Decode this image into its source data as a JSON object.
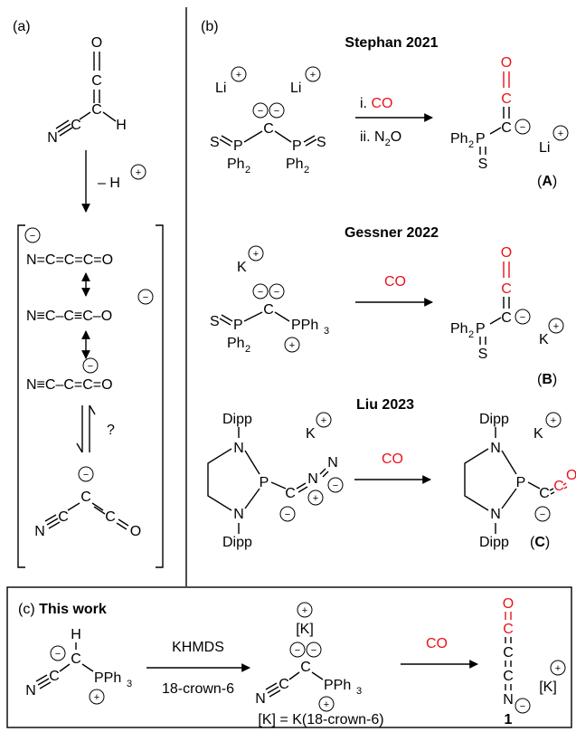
{
  "panels": {
    "a": {
      "label": "(a)",
      "start": {
        "o": "O",
        "c1": "C",
        "c2": "C",
        "h": "H",
        "n": "N",
        "c3": "C"
      },
      "step": {
        "minus_h": "– H",
        "plus": "+"
      },
      "resonance": [
        {
          "text": "N=C=C=C=O",
          "neg_on": "N"
        },
        {
          "text": "N≡C–C≡C–O",
          "neg_on": "O"
        },
        {
          "text": "N≡C–C=C=O",
          "neg_on": "C"
        }
      ],
      "bent": {
        "n": "N",
        "c1": "C",
        "c2": "C",
        "c3": "C",
        "o": "O"
      },
      "question": "?"
    },
    "b": {
      "label": "(b)",
      "stephan": {
        "title": "Stephan 2021",
        "li1": "Li",
        "li2": "Li",
        "s1": "S",
        "p1": "P",
        "ph1": "Ph",
        "ph1_sub": "2",
        "c": "C",
        "p2": "P",
        "s2": "S",
        "ph2": "Ph",
        "ph2_sub": "2",
        "step1_pre": "i. ",
        "step1_co": "CO",
        "step2_pre": "ii. N",
        "step2_sub": "2",
        "step2_post": "O",
        "prod_o": "O",
        "prod_c1": "C",
        "prod_c2": "C",
        "prod_ph": "Ph",
        "prod_ph_sub": "2",
        "prod_p": "P",
        "prod_s": "S",
        "prod_li": "Li",
        "code_open": "(",
        "code": "A",
        "code_close": ")"
      },
      "gessner": {
        "title": "Gessner 2022",
        "k": "K",
        "s": "S",
        "p1": "P",
        "ph": "Ph",
        "ph_sub": "2",
        "c": "C",
        "pph3": "PPh",
        "pph3_sub": "3",
        "co": "CO",
        "prod_o": "O",
        "prod_c1": "C",
        "prod_c2": "C",
        "prod_ph": "Ph",
        "prod_ph_sub": "2",
        "prod_p": "P",
        "prod_s": "S",
        "prod_k": "K",
        "code_open": "(",
        "code": "B",
        "code_close": ")"
      },
      "liu": {
        "title": "Liu 2023",
        "dipp_top": "Dipp",
        "dipp_bottom": "Dipp",
        "n_top": "N",
        "n_bottom": "N",
        "p": "P",
        "c": "C",
        "n_a": "N",
        "n_b": "N",
        "k": "K",
        "co": "CO",
        "prod_dipp_top": "Dipp",
        "prod_dipp_bottom": "Dipp",
        "prod_n_top": "N",
        "prod_n_bottom": "N",
        "prod_p": "P",
        "prod_c1": "C",
        "prod_c2": "C",
        "prod_o": "O",
        "prod_k": "K",
        "code_open": "(",
        "code": "C",
        "code_close": ")"
      }
    },
    "c": {
      "label": "(c) ",
      "label_bold": "This work",
      "start": {
        "h": "H",
        "c": "C",
        "n": "N",
        "c2": "C",
        "pph3": "PPh",
        "pph3_sub": "3"
      },
      "reagent_top": "KHMDS",
      "reagent_bottom": "18-crown-6",
      "counter": "[K]",
      "mid": {
        "n": "N",
        "c2": "C",
        "c": "C",
        "pph3": "PPh",
        "pph3_sub": "3"
      },
      "co": "CO",
      "prod": {
        "o": "O",
        "c1": "C",
        "c2": "C",
        "c3": "C",
        "n": "N"
      },
      "prod_counter": "[K]",
      "footnote": "[K] = K(18-crown-6)",
      "compound": "1"
    }
  }
}
